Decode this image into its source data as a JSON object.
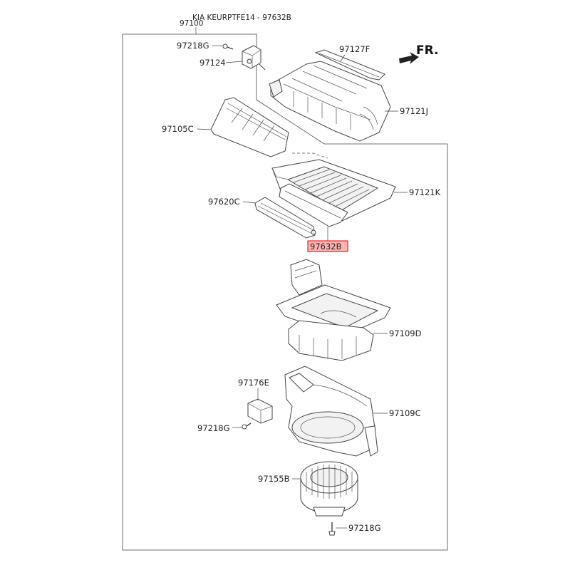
{
  "title": "KIA KEURPTFE14 - 97632B",
  "assembly_number": "97100",
  "direction_label": "FR.",
  "highlight_color": "#e60000",
  "highlight_fill": "#ffb3b3",
  "parts": {
    "p97218G_top": "97218G",
    "p97124": "97124",
    "p97127F": "97127F",
    "p97121J": "97121J",
    "p97105C": "97105C",
    "p97121K": "97121K",
    "p97620C": "97620C",
    "p97632B": "97632B",
    "p97109D": "97109D",
    "p97176E": "97176E",
    "p97218G_mid": "97218G",
    "p97109C": "97109C",
    "p97155B": "97155B",
    "p97218G_bot": "97218G"
  }
}
